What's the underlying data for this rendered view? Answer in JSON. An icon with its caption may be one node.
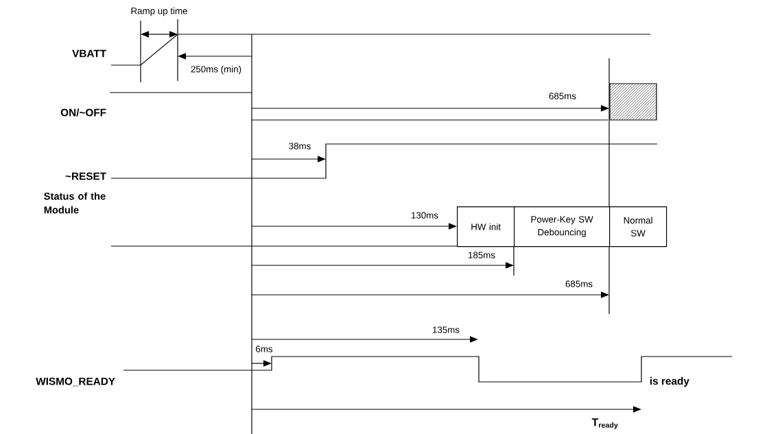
{
  "diagram": {
    "nodes": [
      {
        "text": [
          "HW init"
        ]
      },
      {
        "text": [
          "Power-Key SW Debouncing"
        ]
      },
      {
        "text": [
          "Normal SW"
        ]
      }
    ],
    "labels": [
      "Ramp up time",
      "VBATT",
      "250ms (min)",
      "685ms",
      "ON/~OFF",
      "38ms",
      "~RESET",
      "130ms",
      "Status of the Module",
      "185ms",
      "685ms",
      "135ms",
      "6ms",
      "WISMO_READY",
      "is ready",
      "T$_{ready}$"
    ]
  }
}
